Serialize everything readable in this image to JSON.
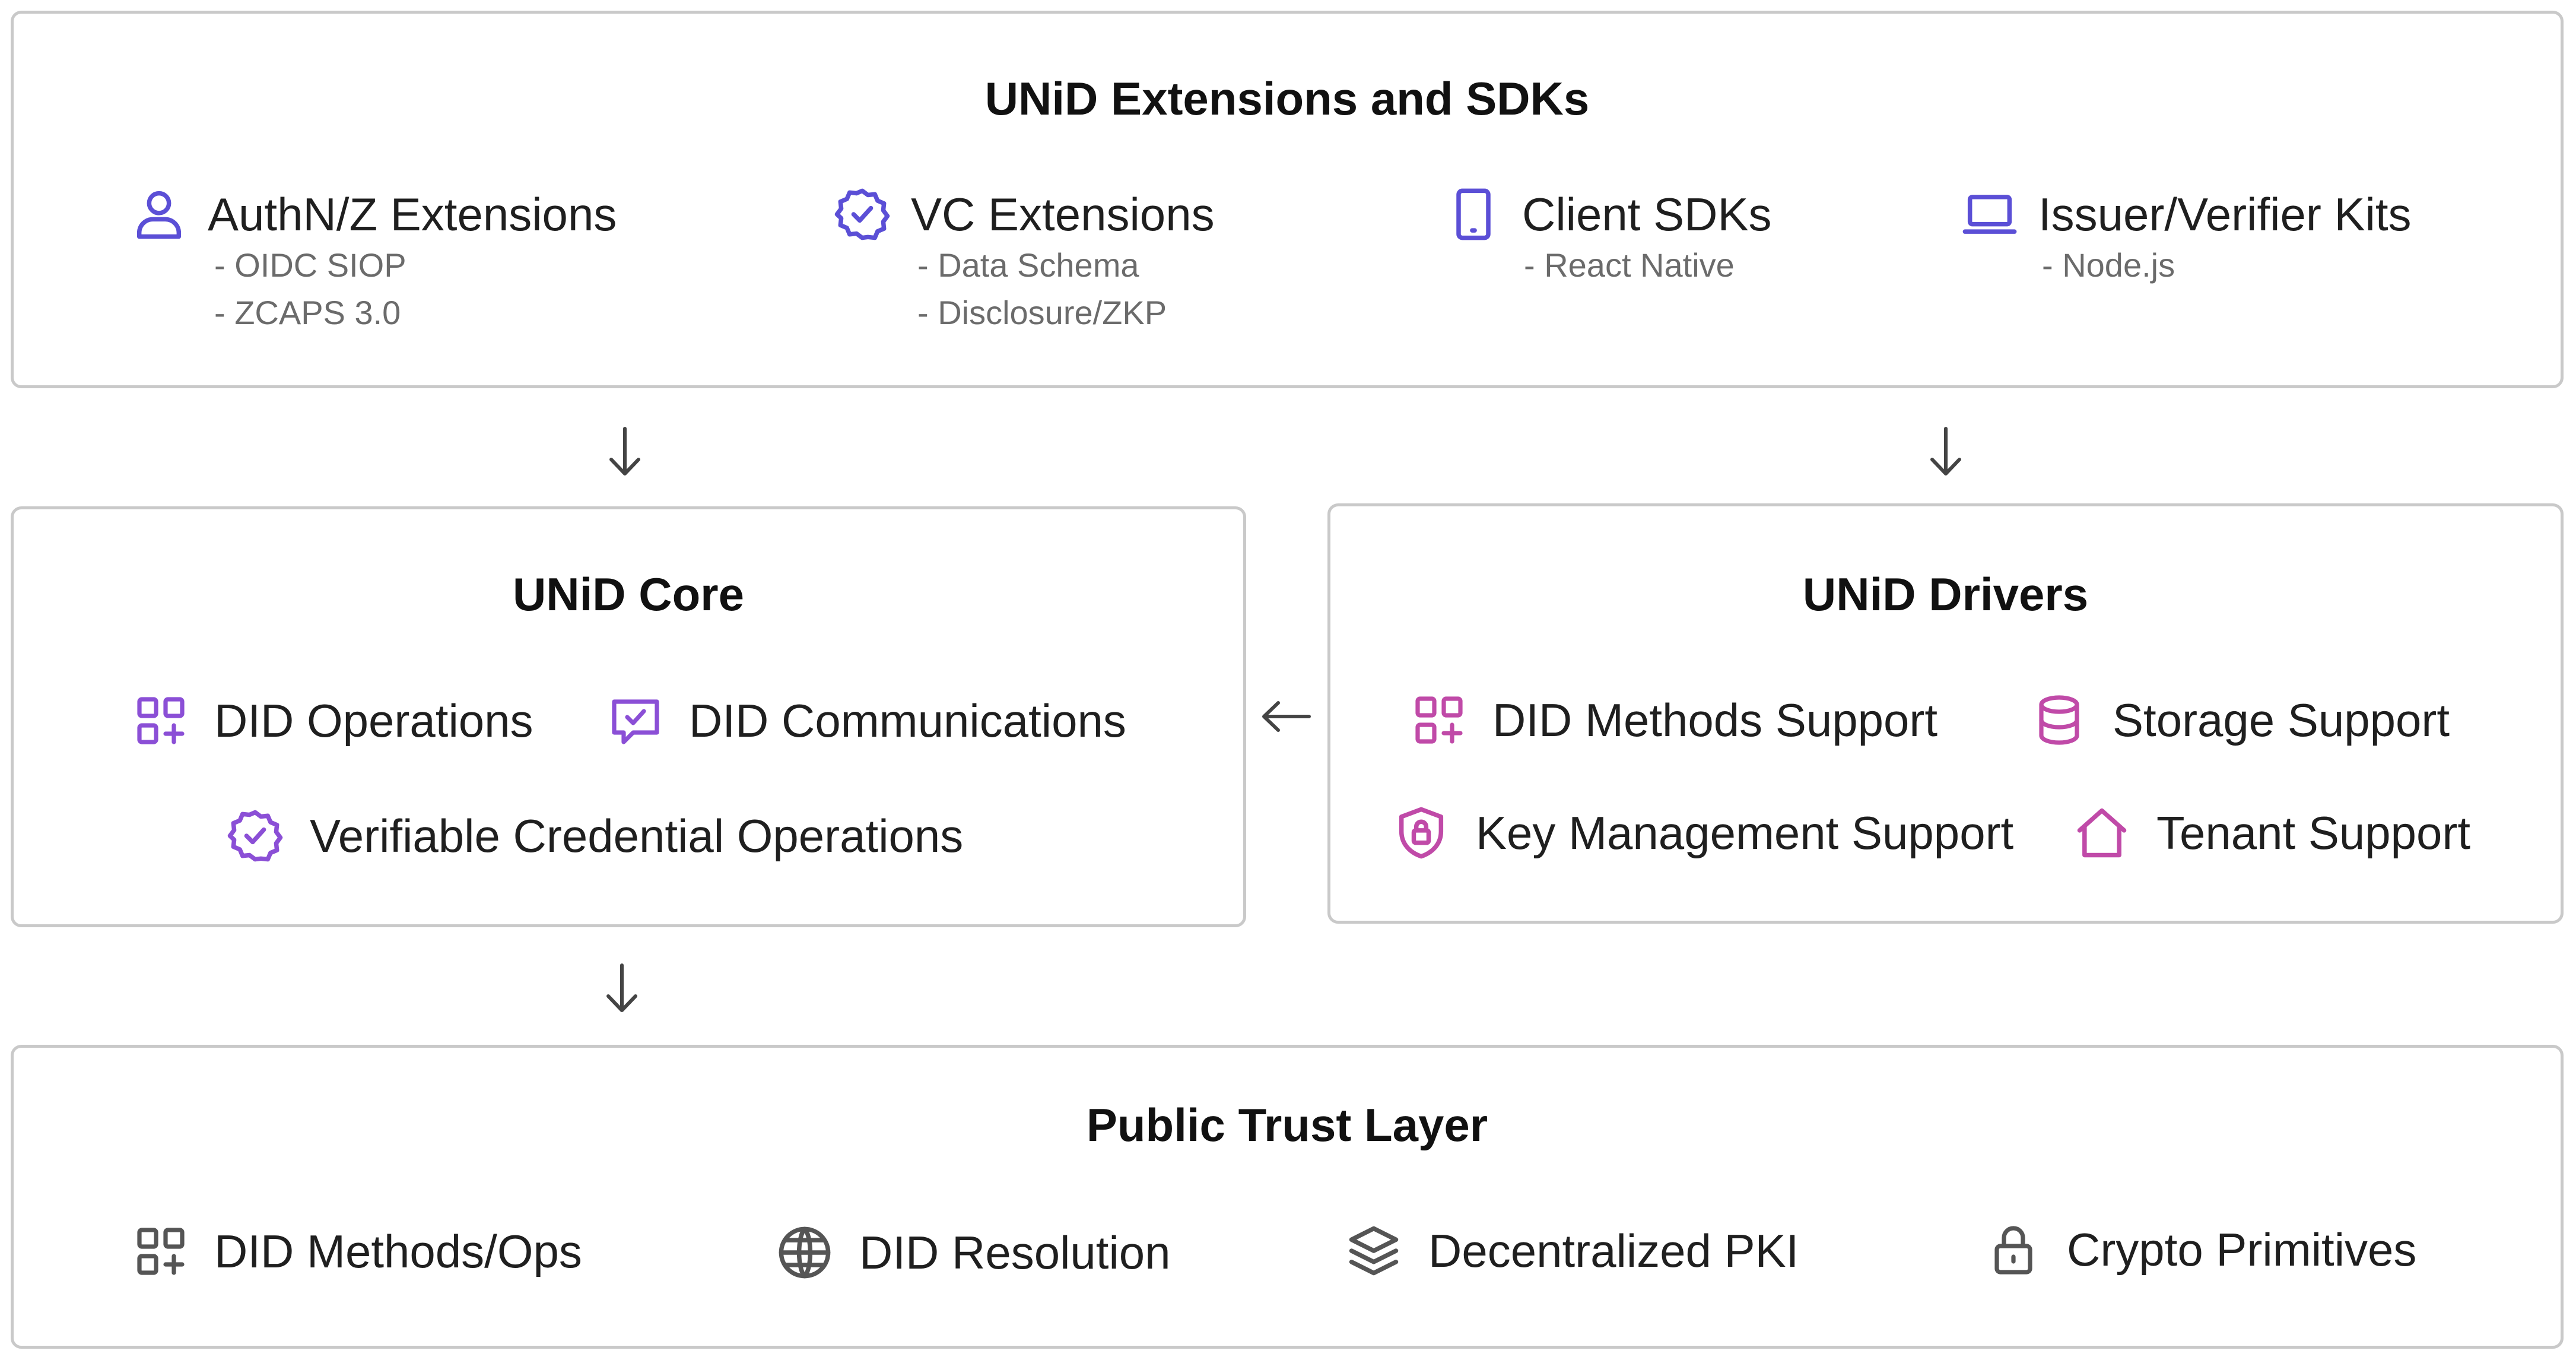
{
  "colors": {
    "indigo": "#5b4fd6",
    "purple": "#8b4fd6",
    "magenta": "#c04aa8",
    "gray_icon": "#555555",
    "border": "#c9c9c9",
    "sub_text": "#6b6b6b"
  },
  "extensions": {
    "title": "UNiD Extensions and SDKs",
    "items": [
      {
        "icon": "user-icon",
        "label": "AuthN/Z Extensions",
        "subs": [
          "- OIDC SIOP",
          "- ZCAPS 3.0"
        ]
      },
      {
        "icon": "verified-badge-icon",
        "label": "VC Extensions",
        "subs": [
          "- Data Schema",
          "- Disclosure/ZKP"
        ]
      },
      {
        "icon": "phone-icon",
        "label": "Client SDKs",
        "subs": [
          "- React Native"
        ]
      },
      {
        "icon": "laptop-icon",
        "label": "Issuer/Verifier Kits",
        "subs": [
          "- Node.js"
        ]
      }
    ]
  },
  "core": {
    "title": "UNiD Core",
    "items": [
      {
        "icon": "grid-plus-icon",
        "label": "DID Operations"
      },
      {
        "icon": "message-check-icon",
        "label": "DID Communications"
      },
      {
        "icon": "verified-badge-icon",
        "label": "Verifiable Credential Operations"
      }
    ]
  },
  "drivers": {
    "title": "UNiD Drivers",
    "items": [
      {
        "icon": "grid-plus-icon",
        "label": "DID Methods Support"
      },
      {
        "icon": "database-icon",
        "label": "Storage Support"
      },
      {
        "icon": "shield-lock-icon",
        "label": "Key Management Support"
      },
      {
        "icon": "home-icon",
        "label": "Tenant Support"
      }
    ]
  },
  "trust": {
    "title": "Public Trust Layer",
    "items": [
      {
        "icon": "grid-plus-icon",
        "label": "DID Methods/Ops"
      },
      {
        "icon": "globe-icon",
        "label": "DID Resolution"
      },
      {
        "icon": "layers-icon",
        "label": "Decentralized PKI"
      },
      {
        "icon": "lock-icon",
        "label": "Crypto Primitives"
      }
    ]
  }
}
